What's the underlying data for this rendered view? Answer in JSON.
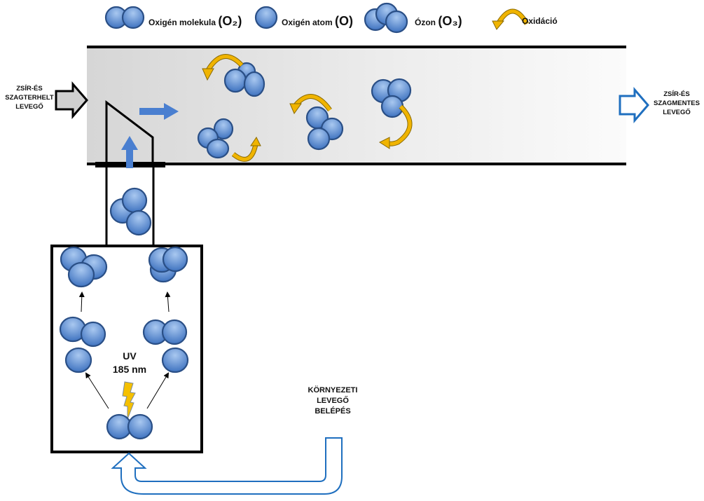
{
  "legend": {
    "items": [
      {
        "icon": "oxygen-molecule-icon",
        "label": "Oxigén molekula",
        "formula": "(O₂)"
      },
      {
        "icon": "oxygen-atom-icon",
        "label": "Oxigén atom",
        "formula": "(O)"
      },
      {
        "icon": "ozone-icon",
        "label": "Ózon",
        "formula": "(O₃)"
      },
      {
        "icon": "oxidation-arrow-icon",
        "label": "Oxidáció",
        "formula": ""
      }
    ]
  },
  "duct": {
    "inlet_label": [
      "ZSÍR-ÉS",
      "SZAGTERHELT",
      "LEVEGŐ"
    ],
    "outlet_label": [
      "ZSÍR-ÉS",
      "SZAGMENTES",
      "LEVEGŐ"
    ]
  },
  "generator": {
    "uv_label": "UV",
    "wavelength_label": "185 nm"
  },
  "ambient": {
    "label": [
      "KÖRNYEZETI",
      "LEVEGŐ",
      "BELÉPÉS"
    ]
  },
  "colors": {
    "molecule_light": "#8fb6e8",
    "molecule_dark": "#3f73c0",
    "molecule_stroke": "#2a4f86",
    "oxidation": "#f0b400",
    "flow_arrow": "#4a7fd0",
    "outline_arrow": "#1f6fbf",
    "duct_fill": "#d9d9d9"
  }
}
